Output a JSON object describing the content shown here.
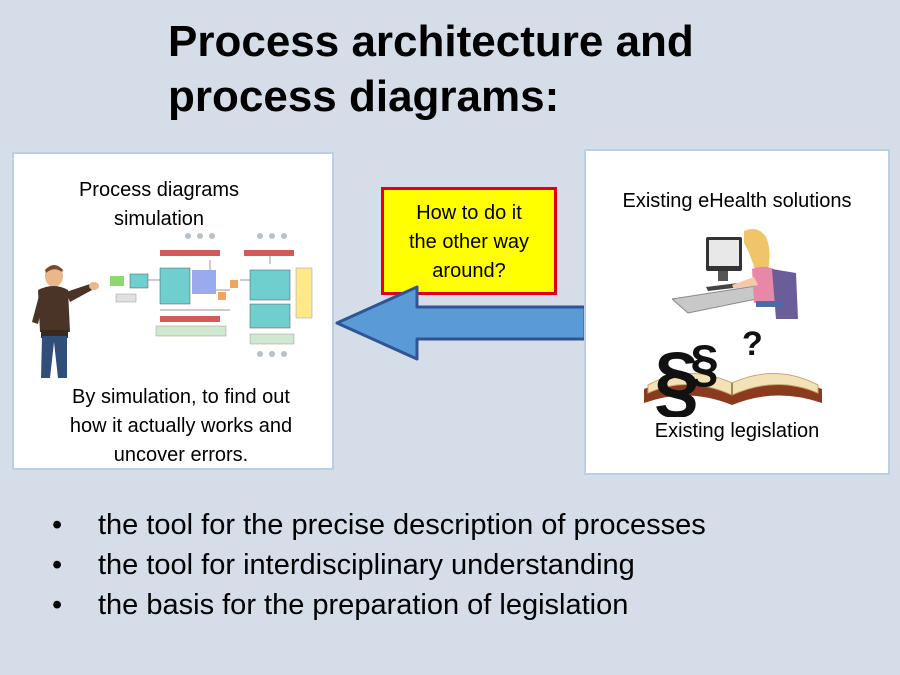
{
  "title": {
    "line1": "Process architecture and",
    "line2": "process diagrams:"
  },
  "left_panel": {
    "heading_line1": "Process diagrams",
    "heading_line2": "simulation",
    "caption_line1": "By simulation, to find out",
    "caption_line2": "how it actually works and",
    "caption_line3": "uncover errors."
  },
  "callout": {
    "line1": "How to do it",
    "line2": "the other way",
    "line3": "around?"
  },
  "right_panel": {
    "top_label": "Existing eHealth solutions",
    "bottom_label": "Existing legislation"
  },
  "bullets": [
    "the tool for the precise description of processes",
    "the tool for interdisciplinary understanding",
    "the basis for the preparation of legislation"
  ],
  "colors": {
    "background": "#d5dde9",
    "arrow_fill": "#5b9bd5",
    "arrow_stroke": "#2f5597",
    "callout_fill": "#ffff00",
    "callout_border": "#e0001b"
  },
  "icons": {
    "presenter": "presenter-icon",
    "diagram_thumbnail": "process-diagram-icon",
    "computer_user": "computer-user-icon",
    "law_book": "law-book-icon"
  }
}
